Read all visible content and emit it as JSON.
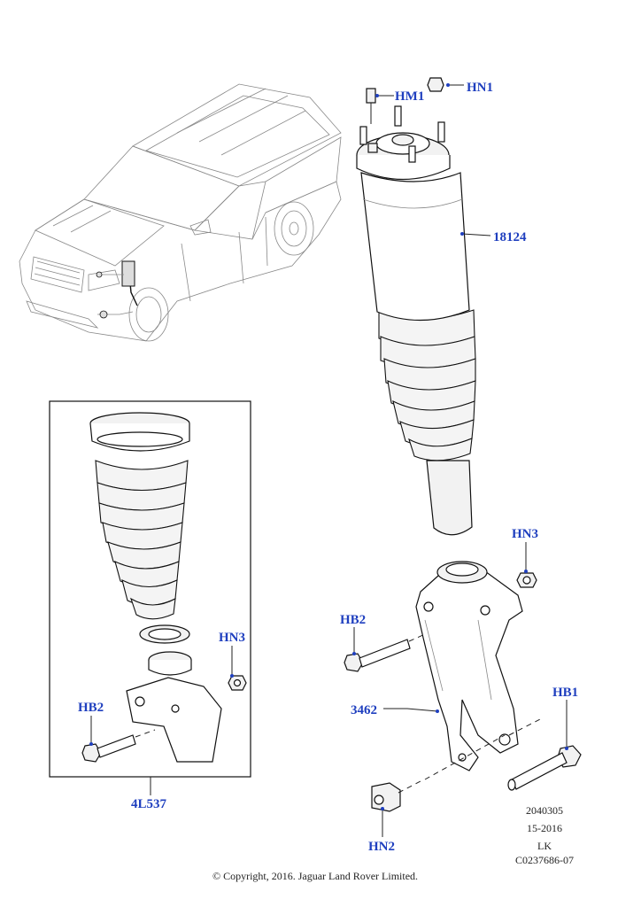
{
  "diagram": {
    "callouts": {
      "hn1": "HN1",
      "hm1": "HM1",
      "p18124": "18124",
      "hn3_right": "HN3",
      "hb2_right": "HB2",
      "p3462": "3462",
      "hb1": "HB1",
      "hn2": "HN2",
      "hn3_left": "HN3",
      "hb2_left": "HB2",
      "p4l537": "4L537"
    },
    "reference": {
      "number": "2040305",
      "date": "15-2016",
      "initials": "LK",
      "code": "C0237686-07"
    },
    "copyright": "© Copyright, 2016. Jaguar Land Rover Limited.",
    "colors": {
      "callout": "#1f3fbf",
      "line": "#222222"
    }
  }
}
